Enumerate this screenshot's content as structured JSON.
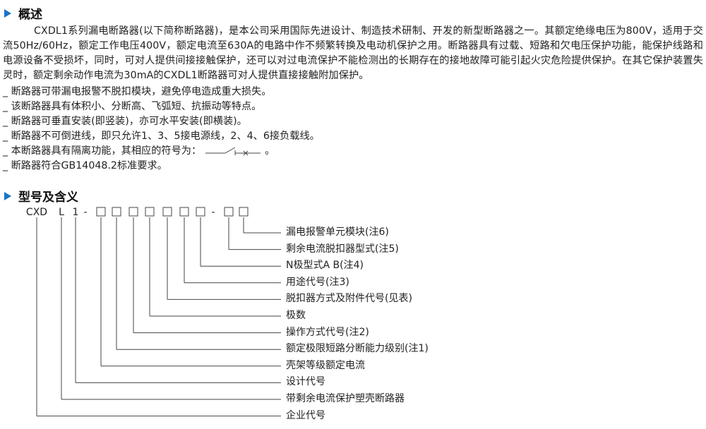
{
  "section1": {
    "title": "概述",
    "paragraph": "CXDL1系列漏电断路器(以下简称断路器)，是本公司采用国际先进设计、制造技术研制、开发的新型断路器之一。其额定绝缘电压为800V，适用于交流50Hz/60Hz，额定工作电压400V，额定电流至630A的电路中作不频繁转换及电动机保护之用。断路器具有过载、短路和欠电压保护功能，能保护线路和电源设备不受损坏，同时，可对人提供间接接触保护，还可以对过电流保护不能检测出的长期存在的接地故障可能引起火灾危险提供保护。在其它保护装置失灵时，额定剩余动作电流为30mA的CXDL1断路器可对人提供直接接触附加保护。",
    "bullets": [
      "_ 断路器可带漏电报警不脱扣模块，避免停电造成重大损失。",
      "_ 该断路器具有体积小、分断高、飞弧短、抗振动等特点。",
      "_ 断路器可垂直安装(即竖装)，亦可水平安装(即横装)。",
      "_ 断路器不可倒进线，即只允许1、3、5接电源线，2、4、6接负载线。",
      "_ 本断路器具有隔离功能，其相应的符号为：",
      "_ 断路器符合GB14048.2标准要求。"
    ],
    "bullet_symbol_suffix": "。"
  },
  "section2": {
    "title": "型号及含义",
    "code_chars": [
      "CXD",
      "L",
      "1",
      "-",
      "□",
      "□",
      "□",
      "□",
      "□",
      "□",
      "□",
      "-",
      "□",
      "□"
    ],
    "labels": [
      "漏电报警单元模块(注6)",
      "剩余电流脱扣器型式(注5)",
      "N极型式A B(注4)",
      "用途代号(注3)",
      "脱扣器方式及附件代号(见表)",
      "极数",
      "操作方式代号(注2)",
      "额定极限短路分断能力级别(注1)",
      "壳架等级额定电流",
      "设计代号",
      "带剩余电流保护塑壳断路器",
      "企业代号"
    ]
  },
  "colors": {
    "accent": "#1a75c8",
    "text": "#222222"
  }
}
